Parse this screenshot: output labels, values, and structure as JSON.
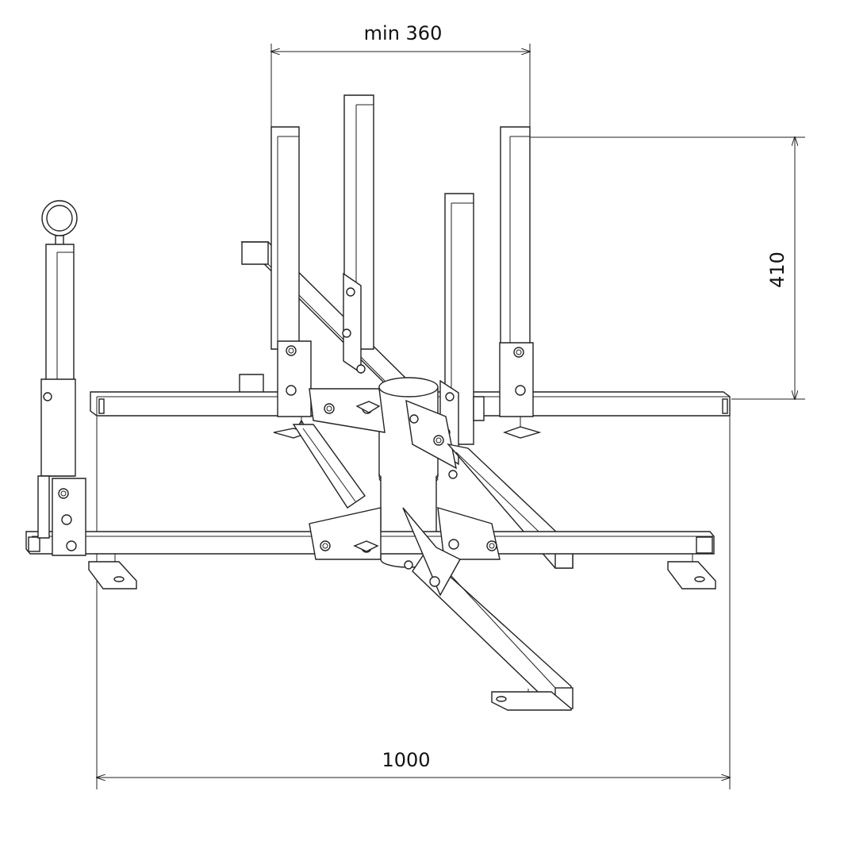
{
  "dimensions": {
    "top_width_label": "min 360",
    "height_label": "410",
    "base_width_label": "1000"
  }
}
